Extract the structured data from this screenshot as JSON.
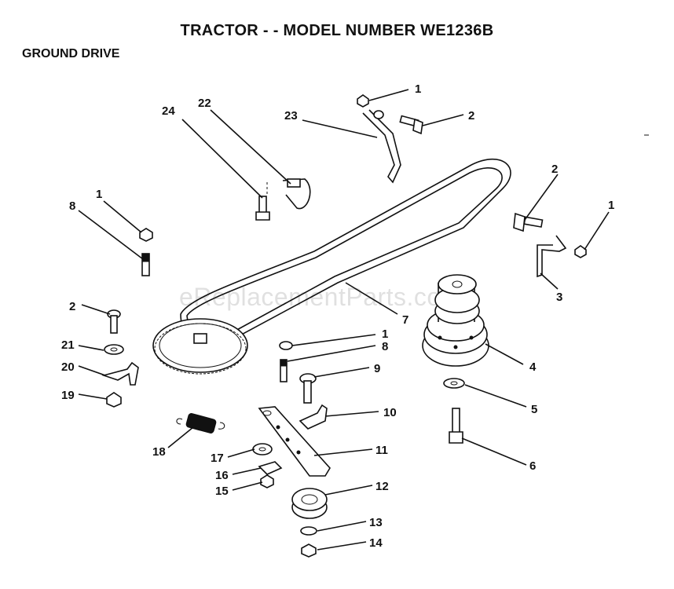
{
  "page": {
    "title": "TRACTOR - - MODEL NUMBER WE1236B",
    "subtitle": "GROUND DRIVE",
    "watermark": "eReplacementParts.com"
  },
  "callouts": [
    {
      "id": "c1a",
      "label": "1"
    },
    {
      "id": "c2a",
      "label": "2"
    },
    {
      "id": "c23",
      "label": "23"
    },
    {
      "id": "c24",
      "label": "24"
    },
    {
      "id": "c22",
      "label": "22"
    },
    {
      "id": "c2b",
      "label": "2"
    },
    {
      "id": "c1b",
      "label": "1"
    },
    {
      "id": "c3",
      "label": "3"
    },
    {
      "id": "c1c",
      "label": "1"
    },
    {
      "id": "c8a",
      "label": "8"
    },
    {
      "id": "c7",
      "label": "7"
    },
    {
      "id": "c2c",
      "label": "2"
    },
    {
      "id": "c1d",
      "label": "1"
    },
    {
      "id": "c8b",
      "label": "8"
    },
    {
      "id": "c21",
      "label": "21"
    },
    {
      "id": "c20",
      "label": "20"
    },
    {
      "id": "c9",
      "label": "9"
    },
    {
      "id": "c4",
      "label": "4"
    },
    {
      "id": "c19",
      "label": "19"
    },
    {
      "id": "c5",
      "label": "5"
    },
    {
      "id": "c10",
      "label": "10"
    },
    {
      "id": "c18",
      "label": "18"
    },
    {
      "id": "c11",
      "label": "11"
    },
    {
      "id": "c17",
      "label": "17"
    },
    {
      "id": "c6",
      "label": "6"
    },
    {
      "id": "c16",
      "label": "16"
    },
    {
      "id": "c15",
      "label": "15"
    },
    {
      "id": "c12",
      "label": "12"
    },
    {
      "id": "c13",
      "label": "13"
    },
    {
      "id": "c14",
      "label": "14"
    }
  ]
}
